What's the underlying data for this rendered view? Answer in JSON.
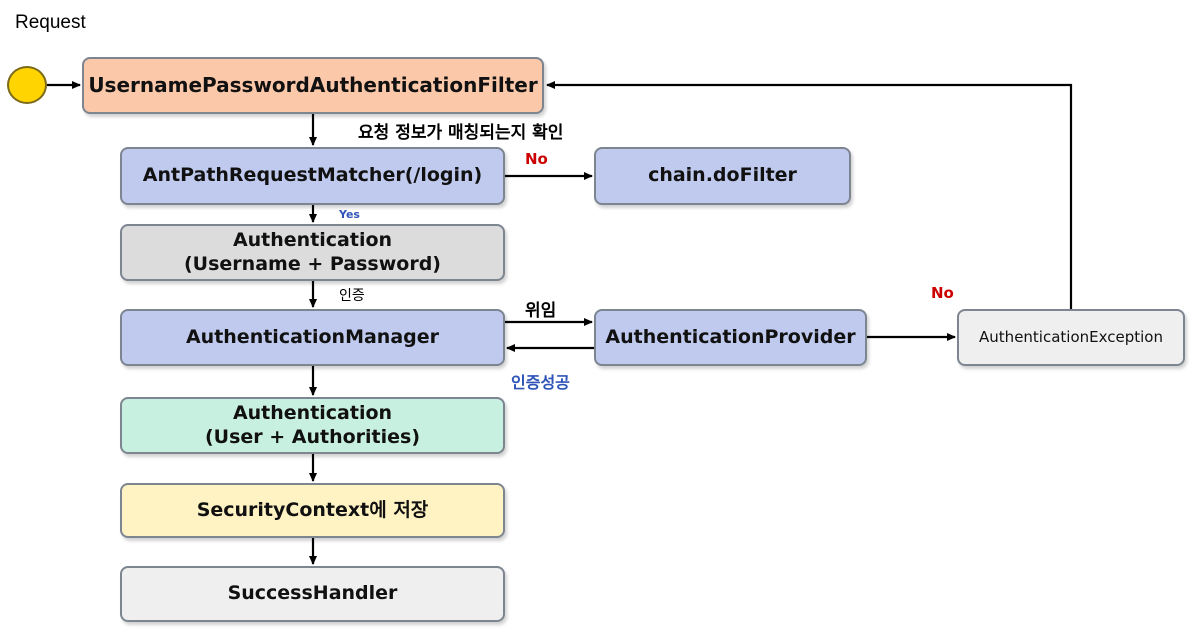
{
  "title": "Request",
  "nodes": {
    "filter": "UsernamePasswordAuthenticationFilter",
    "matcher": "AntPathRequestMatcher(/login)",
    "chain": "chain.doFilter",
    "auth_req_line1": "Authentication",
    "auth_req_line2": "(Username + Password)",
    "manager": "AuthenticationManager",
    "provider": "AuthenticationProvider",
    "exception": "AuthenticationException",
    "auth_res_line1": "Authentication",
    "auth_res_line2": "(User + Authorities)",
    "context": "SecurityContext에 저장",
    "success": "SuccessHandler"
  },
  "edges": {
    "check_request": "요청 정보가 매칭되는지 확인",
    "no_match": "No",
    "yes_match": "Yes",
    "authenticate": "인증",
    "delegate": "위임",
    "auth_success": "인증성공",
    "no_auth": "No"
  },
  "colors": {
    "filter": "#fbc8aa",
    "blue": "#bfcaee",
    "gray": "#dcdcdc",
    "light_gray": "#efefef",
    "green": "#c8f0e0",
    "yellow": "#fff3c4",
    "red_label": "#cc0000",
    "blue_label": "#2e54b8"
  }
}
